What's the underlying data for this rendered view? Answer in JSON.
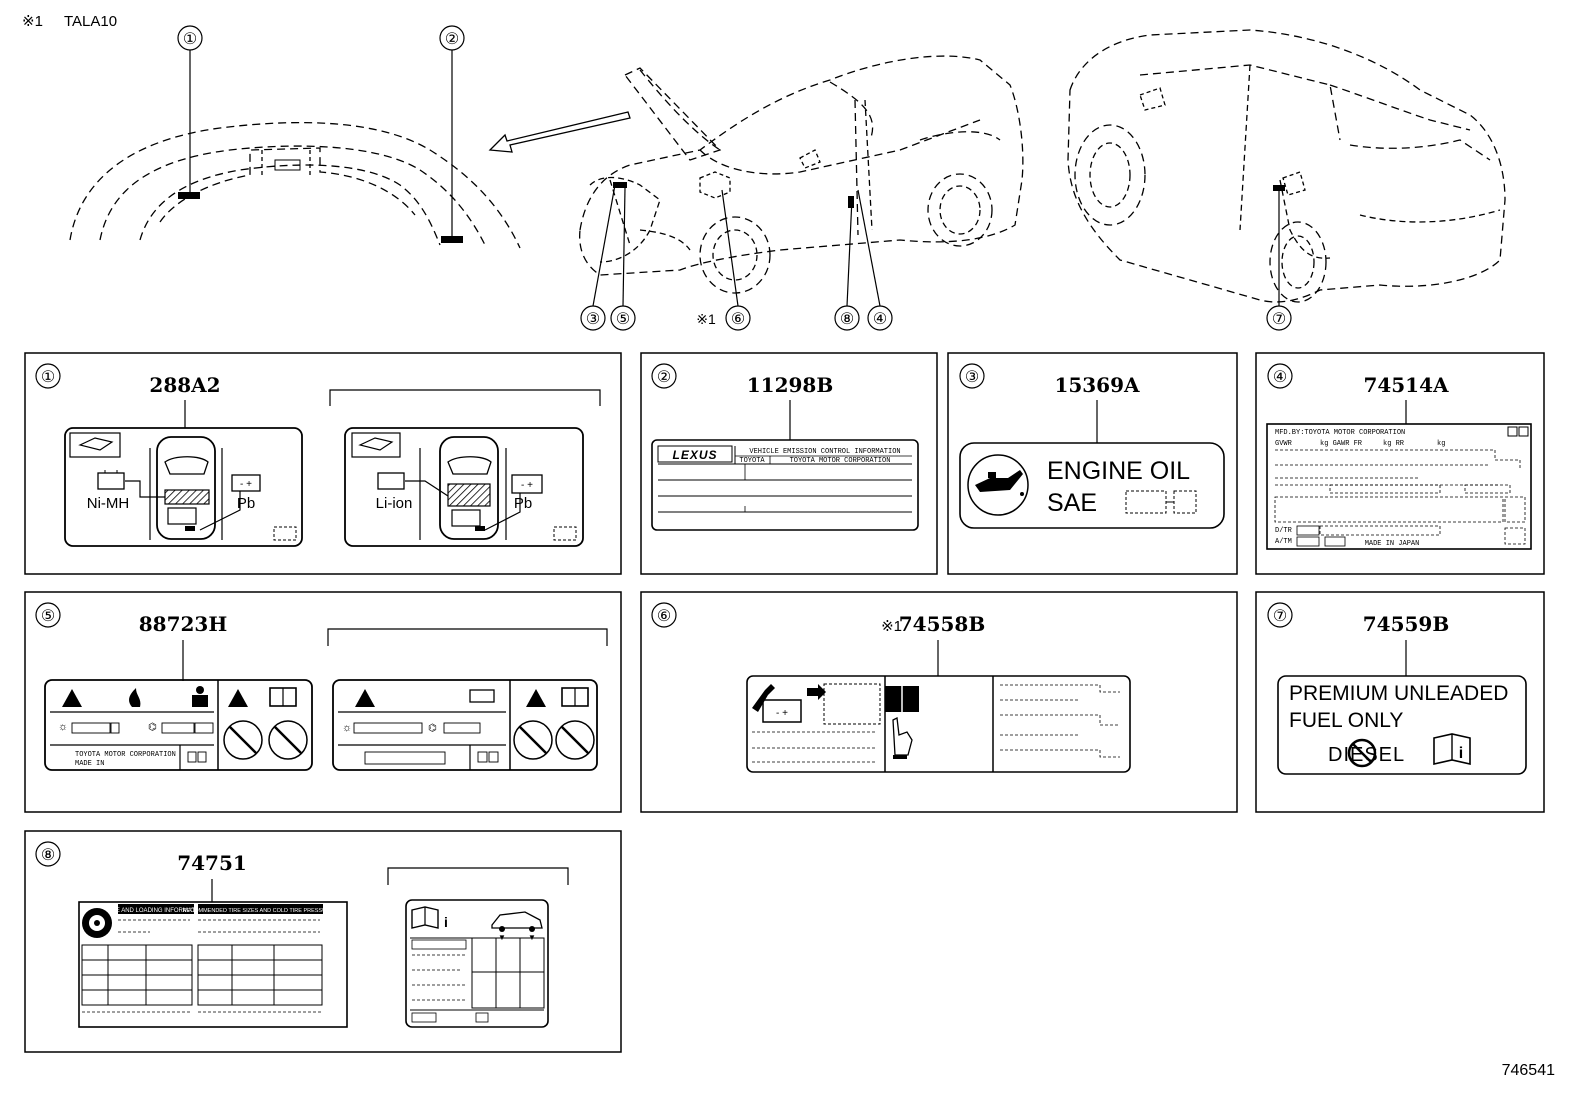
{
  "header": {
    "note_mark": "※1",
    "note_text": "TALA10"
  },
  "callouts": [
    "①",
    "②",
    "③",
    "④",
    "⑤",
    "⑥",
    "⑦",
    "⑧"
  ],
  "callout_note": "※1",
  "panels": {
    "p1": {
      "num": "①",
      "part": "288A2",
      "left": {
        "chem": "Ni-MH",
        "pb": "Pb"
      },
      "right": {
        "chem": "Li-ion",
        "pb": "Pb"
      }
    },
    "p2": {
      "num": "②",
      "part": "11298B",
      "brand": "LEXUS",
      "line1": "VEHICLE EMISSION CONTROL INFORMATION",
      "line2a": "TOYOTA",
      "line2b": "TOYOTA MOTOR CORPORATION"
    },
    "p3": {
      "num": "③",
      "part": "15369A",
      "line1": "ENGINE  OIL",
      "line2": "SAE"
    },
    "p4": {
      "num": "④",
      "part": "74514A",
      "mfd": "MFD.BY:TOYOTA MOTOR CORPORATION",
      "r1": "GVWR",
      "r1b": "kg GAWR FR",
      "r1c": "kg RR",
      "r1d": "kg",
      "dtr": "D/TR",
      "atm": "A/TM",
      "made": "MADE IN JAPAN"
    },
    "p5": {
      "num": "⑤",
      "part": "88723H",
      "maker": "TOYOTA MOTOR CORPORATION",
      "made": "MADE IN"
    },
    "p6": {
      "num": "⑥",
      "part": "74558B",
      "note": "※1"
    },
    "p7": {
      "num": "⑦",
      "part": "74559B",
      "line1": "PREMIUM  UNLEADED",
      "line2": "FUEL  ONLY",
      "diesel": "DIESEL"
    },
    "p8": {
      "num": "⑧",
      "part": "74751",
      "h1": "TIRE AND LOADING INFORMATION",
      "h2": "RECOMMENDED TIRE SIZES AND COLD TIRE PRESSURES"
    }
  },
  "figure_id": "746541",
  "colors": {
    "ink": "#000000",
    "hatch": "#000000",
    "paper": "#ffffff"
  }
}
